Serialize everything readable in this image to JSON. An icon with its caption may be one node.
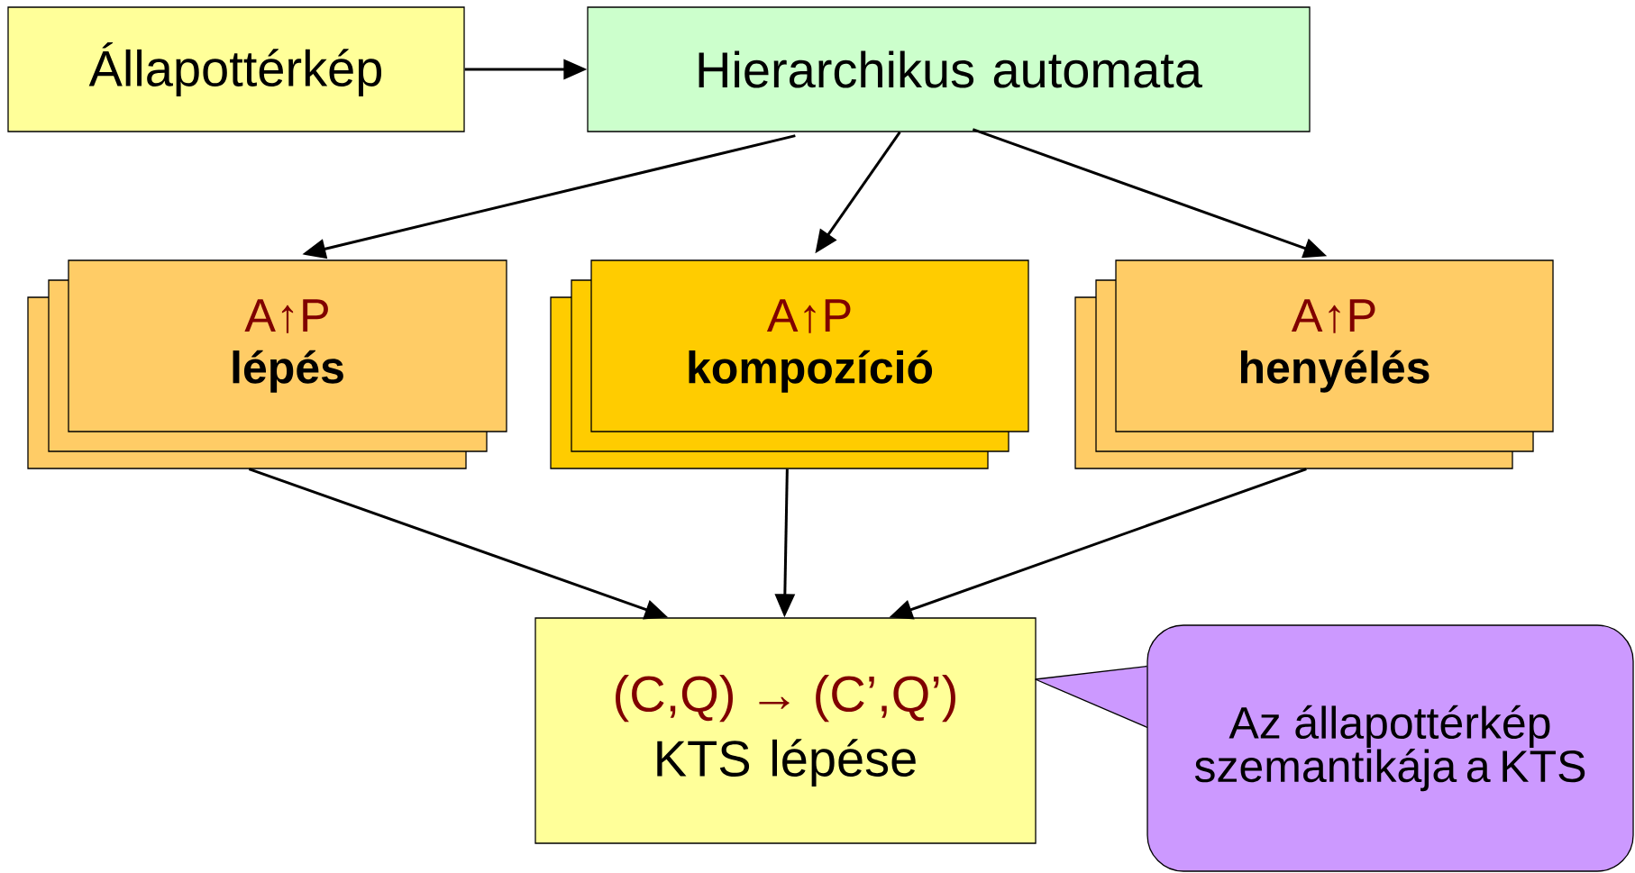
{
  "diagram": {
    "nodes": [
      {
        "text": [
          "Állapottérkép"
        ]
      },
      {
        "text": [
          "Hierarchikus automata"
        ]
      },
      {
        "text": [
          "A↑P",
          "lépés"
        ]
      },
      {
        "text": [
          "A↑P",
          "kompozíció"
        ]
      },
      {
        "text": [
          "A↑P",
          "henyélés"
        ]
      },
      {
        "text": [
          "(C,Q) → (C’,Q’)",
          "KTS lépése"
        ]
      },
      {
        "text": [
          "Az állapottérkép szemantikája a KTS"
        ]
      }
    ],
    "edges": [
      {
        "from": 0,
        "to": 1,
        "arrow": "to"
      },
      {
        "from": 1,
        "to": 2,
        "arrow": "to"
      },
      {
        "from": 1,
        "to": 3,
        "arrow": "to"
      },
      {
        "from": 1,
        "to": 4,
        "arrow": "to"
      },
      {
        "from": 2,
        "to": 5,
        "arrow": "to"
      },
      {
        "from": 3,
        "to": 5,
        "arrow": "to"
      },
      {
        "from": 4,
        "to": 5,
        "arrow": "to"
      },
      {
        "from": 6,
        "to": 5,
        "arrow": "none"
      }
    ]
  }
}
